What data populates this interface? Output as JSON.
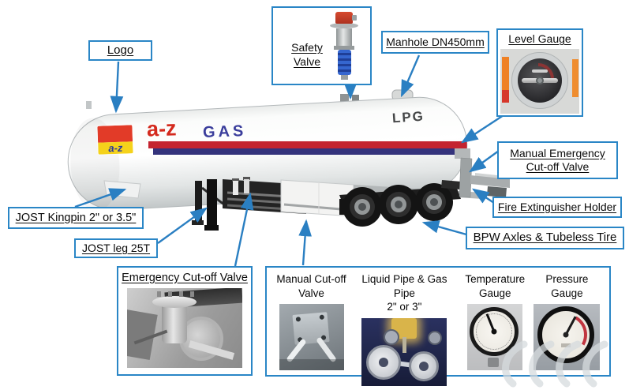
{
  "colors": {
    "callout_border": "#2a86c6",
    "arrow": "#2a7fc2",
    "stripe_red": "#c42430",
    "stripe_navy": "#34337c",
    "brand_red": "#d42a1e",
    "brand_blue": "#3b3e9c",
    "sticker_red": "#e23b28",
    "sticker_yellow": "#f5d21b"
  },
  "tank": {
    "brand_primary": "a-z",
    "brand_secondary": "GAS",
    "marking_lpg": "LPG",
    "sticker_text": "a-z"
  },
  "callouts": {
    "logo": "Logo",
    "safety_valve": "Safety Valve",
    "manhole": "Manhole DN450mm",
    "level_gauge": "Level Gauge",
    "manual_emergency": [
      "Manual Emergency",
      "Cut-off Valve"
    ],
    "fire_extinguisher": "Fire Extinguisher Holder",
    "bpw_axles": "BPW Axles & Tubeless Tire",
    "jost_kingpin": "JOST Kingpin 2\" or 3.5\"",
    "jost_leg": "JOST leg 25T",
    "emergency_cutoff": "Emergency Cut-off Valve"
  },
  "bottom_panel": {
    "manual_cutoff": [
      "Manual Cut-off",
      "Valve"
    ],
    "liquid_pipe": [
      "Liquid Pipe & Gas Pipe",
      "2\" or 3\""
    ],
    "temperature": [
      "Temperature",
      "Gauge"
    ],
    "pressure": [
      "Pressure",
      "Gauge"
    ]
  }
}
